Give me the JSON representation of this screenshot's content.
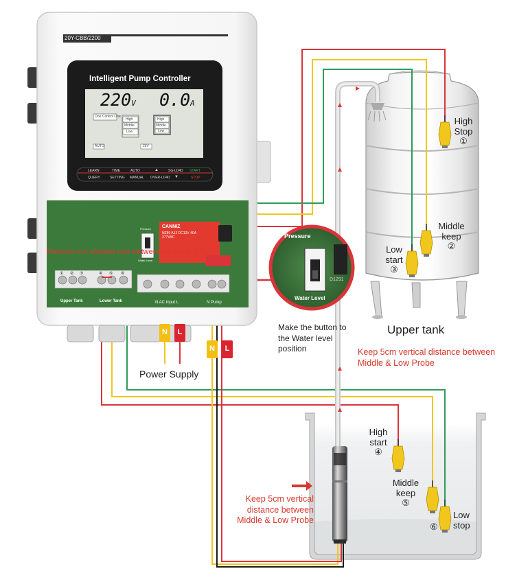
{
  "controller": {
    "model": "20Y-CBB/2200",
    "title": "Intelligent Pump Controller",
    "voltage": "220",
    "voltage_unit": "V",
    "current": "0.0",
    "current_unit": "A",
    "lcd_mode": "One Control One",
    "lcd_levels_left": [
      "High",
      "Middle",
      "Low"
    ],
    "lcd_levels_right": [
      "High",
      "Middle",
      "Low"
    ],
    "lcd_auto": "AUTO",
    "lcd_voltage_tag": "25V",
    "keys_top": [
      "LEARN",
      "TIME",
      "AUTO",
      "▲",
      "SG-LD4D",
      "START"
    ],
    "keys_bottom": [
      "QUERY",
      "SETTING",
      "MANUAL",
      "OVER-LD4D",
      "▼",
      "STOP"
    ]
  },
  "board": {
    "terminal_nums": [
      "①",
      "②",
      "③",
      "④",
      "⑤",
      "⑥"
    ],
    "upper_tank": "Upper Tank",
    "lower_tank": "Lower Tank",
    "ac_input": "N  AC Input  L",
    "pump": "N  Pump",
    "relay_brand": "CANNIZ",
    "relay_text": "NZ80 A12 DC12V 40A 277VAC",
    "switch_pressure": "Pressure",
    "switch_level": "Water Level",
    "warning": "Remove the shorted wire between terminal ④⑤"
  },
  "zoom": {
    "pressure": "Pressure",
    "water_level": "Water Level",
    "chip": "D1291",
    "caption": "Make the button to the Water level position"
  },
  "power": {
    "n_label": "N",
    "l_label": "L",
    "caption": "Power Supply"
  },
  "pump": {
    "n_label": "N",
    "l_label": "L"
  },
  "upper_tank": {
    "label": "Upper tank",
    "high": "High",
    "stop": "Stop",
    "high_num": "①",
    "middle": "Middle",
    "middle_keep": "keep",
    "middle_num": "②",
    "low": "Low",
    "low_start": "start",
    "low_num": "③",
    "note": "Keep 5cm vertical distance between Middle & Low Probe"
  },
  "lower_tank": {
    "high": "High",
    "high_start": "start",
    "high_num": "④",
    "middle": "Middle",
    "middle_keep": "keep",
    "middle_num": "⑤",
    "low": "Low",
    "low_stop": "stop",
    "low_num": "⑥",
    "note": "Keep 5cm vertical distance between Middle & Low Probe"
  },
  "colors": {
    "red_wire": "#d9343a",
    "yellow_wire": "#f1c61d",
    "green_wire": "#2e9b5a",
    "black_wire": "#1a1a1a",
    "note_red": "#d63a2e",
    "probe_yellow": "#f1c61d",
    "tag_yellow": "#f4bf12",
    "tag_red": "#d9232f",
    "pcb_green": "#3c7a3c"
  }
}
